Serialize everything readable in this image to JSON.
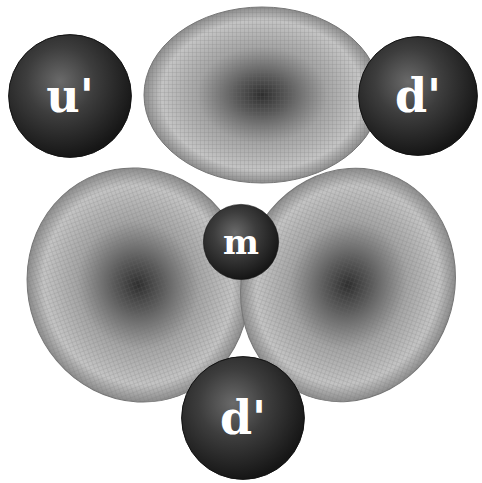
{
  "diagram": {
    "nodes": [
      {
        "text": [
          "u'"
        ]
      },
      {
        "text": [
          "d'"
        ]
      },
      {
        "text": [
          "m"
        ]
      },
      {
        "text": [
          "d'"
        ]
      }
    ]
  }
}
